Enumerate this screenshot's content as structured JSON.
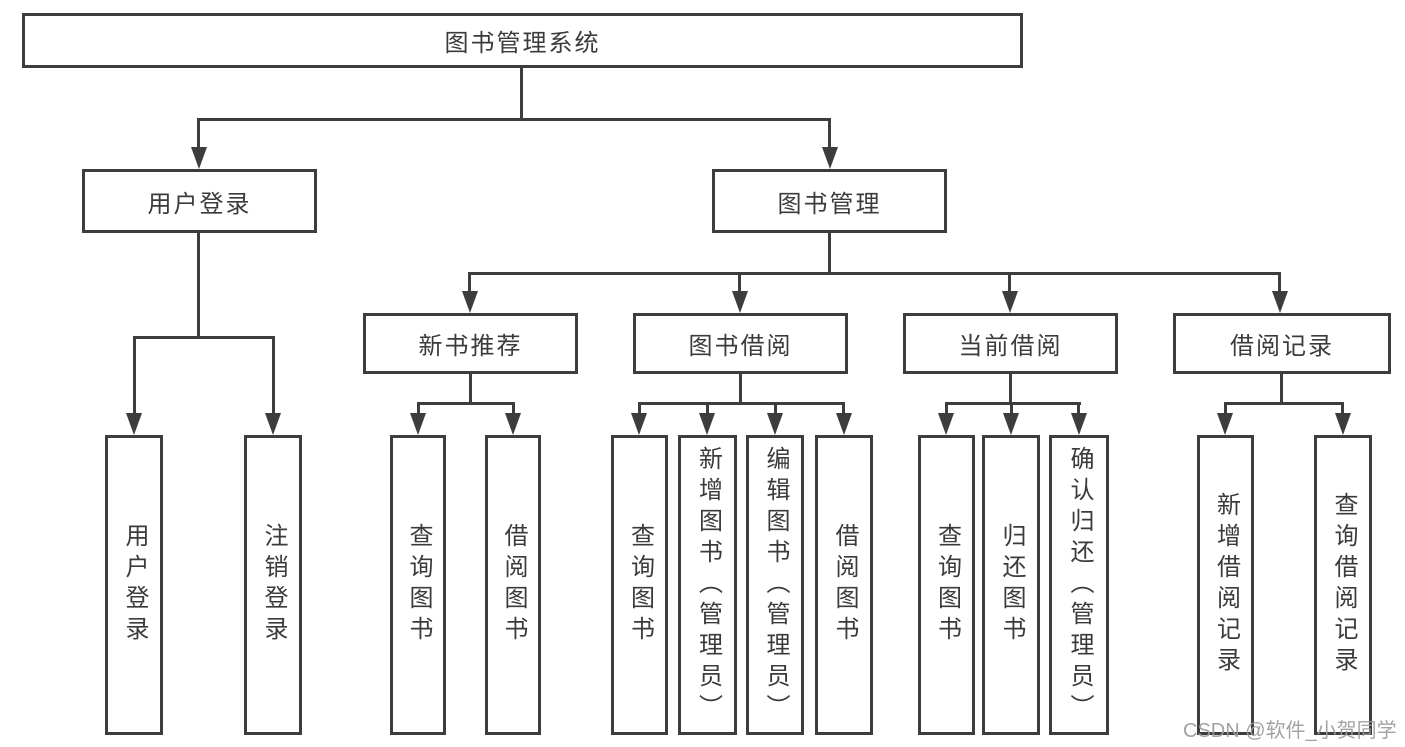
{
  "colors": {
    "line": "#3d3d3d",
    "text": "#3b3b3b",
    "watermark": "#9c9c9c",
    "background": "#ffffff"
  },
  "watermark": {
    "text": "CSDN @软件_小贺同学"
  },
  "tree": {
    "root": {
      "label": "图书管理系统"
    },
    "branches": [
      {
        "label": "用户登录",
        "children": [
          {
            "label": "用户登录"
          },
          {
            "label": "注销登录"
          }
        ]
      },
      {
        "label": "图书管理",
        "children": [
          {
            "label": "新书推荐",
            "children": [
              {
                "label": "查询图书"
              },
              {
                "label": "借阅图书"
              }
            ]
          },
          {
            "label": "图书借阅",
            "children": [
              {
                "label": "查询图书"
              },
              {
                "label": "新增图书（管理员）"
              },
              {
                "label": "编辑图书（管理员）"
              },
              {
                "label": "借阅图书"
              }
            ]
          },
          {
            "label": "当前借阅",
            "children": [
              {
                "label": "查询图书"
              },
              {
                "label": "归还图书"
              },
              {
                "label": "确认归还（管理员）"
              }
            ]
          },
          {
            "label": "借阅记录",
            "children": [
              {
                "label": "新增借阅记录"
              },
              {
                "label": "查询借阅记录"
              }
            ]
          }
        ]
      }
    ]
  }
}
